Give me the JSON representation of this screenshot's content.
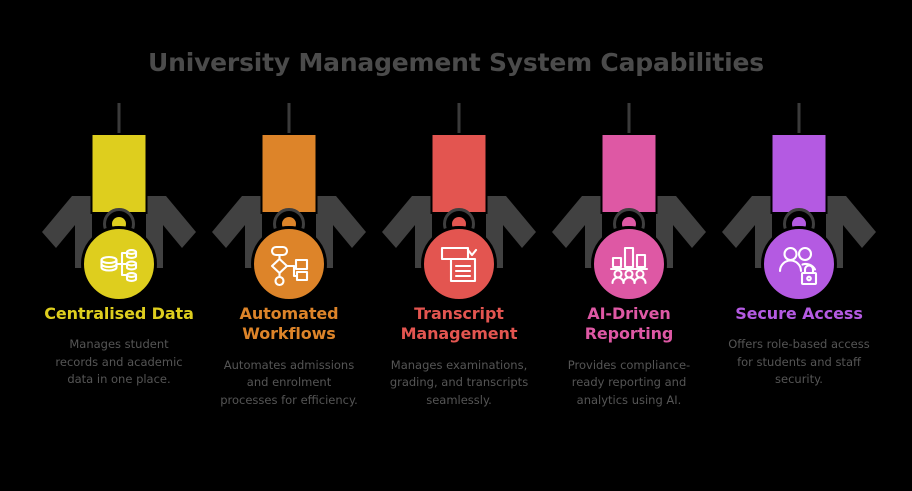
{
  "header": {
    "title": "University Management System Capabilities"
  },
  "theme": {
    "background": "#000000",
    "title_color": "#4b4b4b",
    "body_text_color": "#555555",
    "wing_color": "#414141",
    "stem_color": "#3b3b3b",
    "icon_stroke": "#ffffff"
  },
  "columns": [
    {
      "id": "centralised-data",
      "heading": "Centralised Data",
      "body": "Manages student records and academic data in one place.",
      "color": "#DECE1E",
      "icon": "database-tree-icon"
    },
    {
      "id": "automated-workflows",
      "heading": "Automated Workflows",
      "body": "Automates admissions and enrolment processes for efficiency.",
      "color": "#DD8429",
      "icon": "flowchart-icon"
    },
    {
      "id": "transcript-management",
      "heading": "Transcript Management",
      "body": "Manages examinations, grading, and transcripts seamlessly.",
      "color": "#E35550",
      "icon": "document-check-icon"
    },
    {
      "id": "ai-driven-reporting",
      "heading": "AI-Driven Reporting",
      "body": "Provides compliance-ready reporting and analytics using AI.",
      "color": "#DE58A4",
      "icon": "bar-chart-people-icon"
    },
    {
      "id": "secure-access",
      "heading": "Secure Access",
      "body": "Offers role-based access for students and staff security.",
      "color": "#B45AE2",
      "icon": "users-lock-icon"
    }
  ]
}
